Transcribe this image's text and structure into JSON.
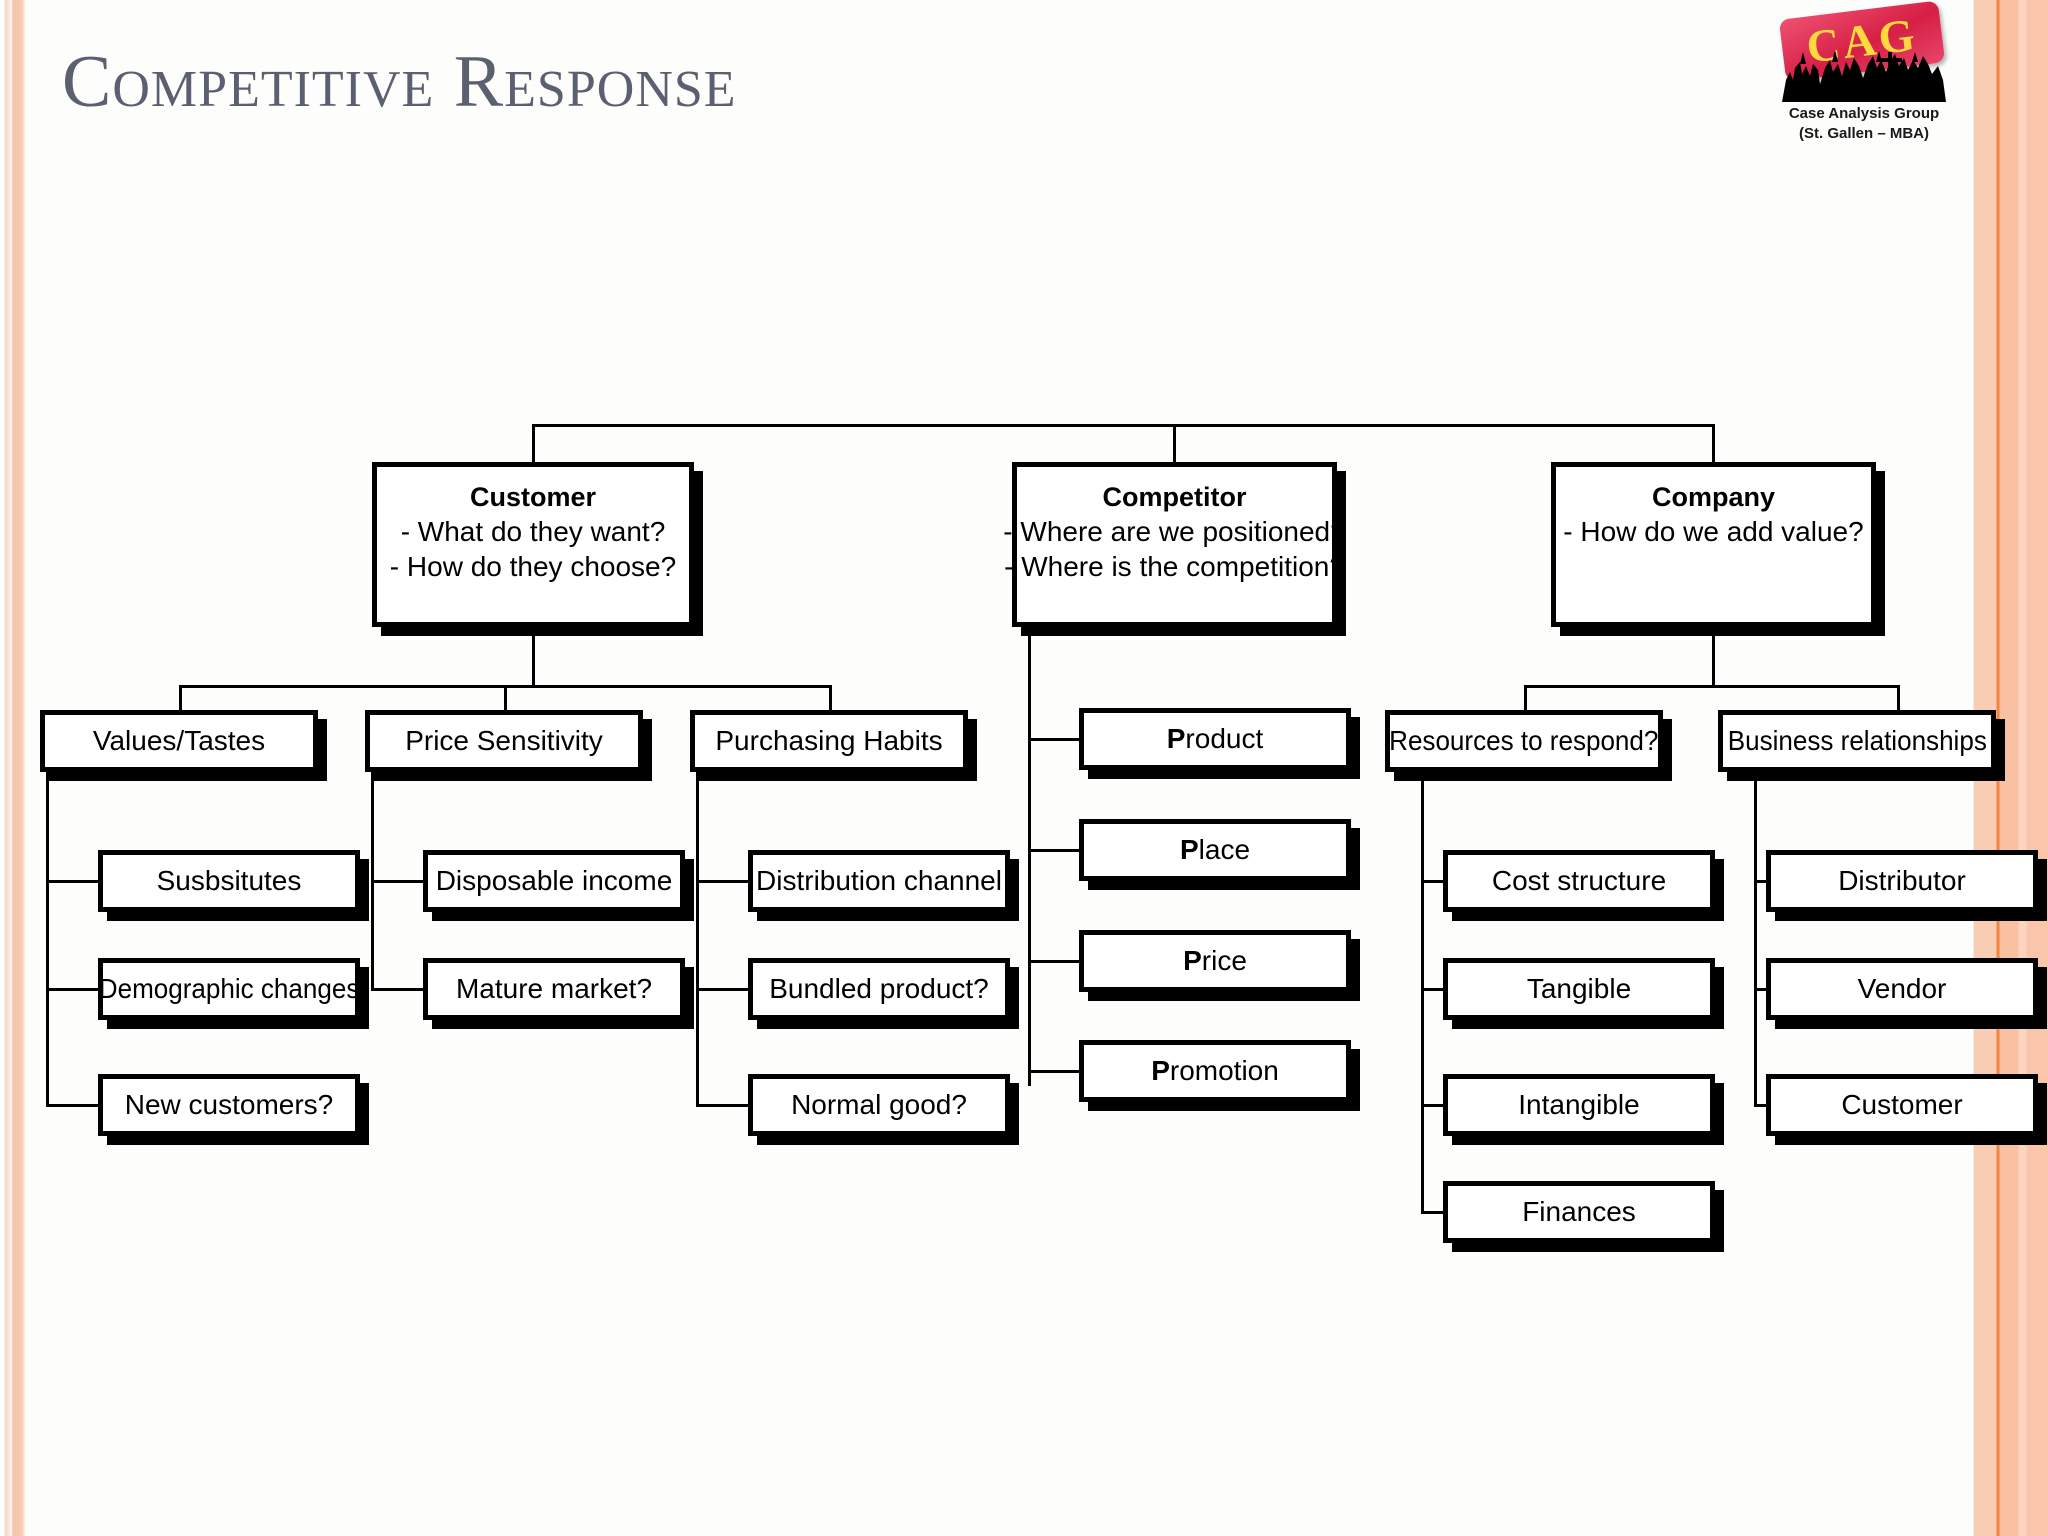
{
  "slide": {
    "title": "Competitive Response",
    "background_color": "#fdfdfb",
    "title_color": "#5a6070",
    "accent_color": "#f9cdb3",
    "accent_line_color": "#f3853d"
  },
  "logo": {
    "mark_text": "CAG",
    "mark_color": "#ffd93d",
    "plate_color": "#d61f45",
    "caption_line1": "Case Analysis Group",
    "caption_line2": "(St. Gallen – MBA)",
    "crowd_icon": "crowd-silhouette-icon"
  },
  "chart_data": {
    "type": "tree",
    "title": "Competitive Response",
    "root_children": 3,
    "nodes": [
      {
        "id": "customer",
        "header": "Customer",
        "lines": [
          "- What do they want?",
          "- How do they choose?"
        ],
        "children": [
          "values-tastes",
          "price-sensitivity",
          "purchasing-habits"
        ]
      },
      {
        "id": "competitor",
        "header": "Competitor",
        "lines": [
          "- Where are we positioned?",
          "- Where is the competition?"
        ],
        "children": [
          "product",
          "place",
          "price",
          "promotion"
        ]
      },
      {
        "id": "company",
        "header": "Company",
        "lines": [
          "- How do we add value?"
        ],
        "children": [
          "resources-to-respond",
          "business-relationships"
        ]
      }
    ]
  },
  "level1": {
    "customer": {
      "header": "Customer",
      "line1": "- What do they want?",
      "line2": "- How do they choose?"
    },
    "competitor": {
      "header": "Competitor",
      "line1": "- Where are we positioned?",
      "line2": "- Where is the competition?"
    },
    "company": {
      "header": "Company",
      "line1": "- How do we add value?"
    }
  },
  "level2": {
    "values_tastes": "Values/Tastes",
    "price_sensitivity": "Price Sensitivity",
    "purchasing_habits": "Purchasing Habits",
    "resources": "Resources to respond?",
    "relationships": "Business relationships"
  },
  "level3": {
    "values_tastes": [
      "Susbsitutes",
      "Demographic changes",
      "New customers?"
    ],
    "price_sensitivity": [
      "Disposable income",
      "Mature market?"
    ],
    "purchasing_habits": [
      "Distribution channel",
      "Bundled product?",
      "Normal good?"
    ],
    "resources": [
      "Cost structure",
      "Tangible",
      "Intangible",
      "Finances"
    ],
    "relationships": [
      "Distributor",
      "Vendor",
      "Customer"
    ]
  },
  "four_ps": [
    {
      "initial": "P",
      "rest": "roduct"
    },
    {
      "initial": "P",
      "rest": "lace"
    },
    {
      "initial": "P",
      "rest": "rice"
    },
    {
      "initial": "P",
      "rest": "romotion"
    }
  ]
}
